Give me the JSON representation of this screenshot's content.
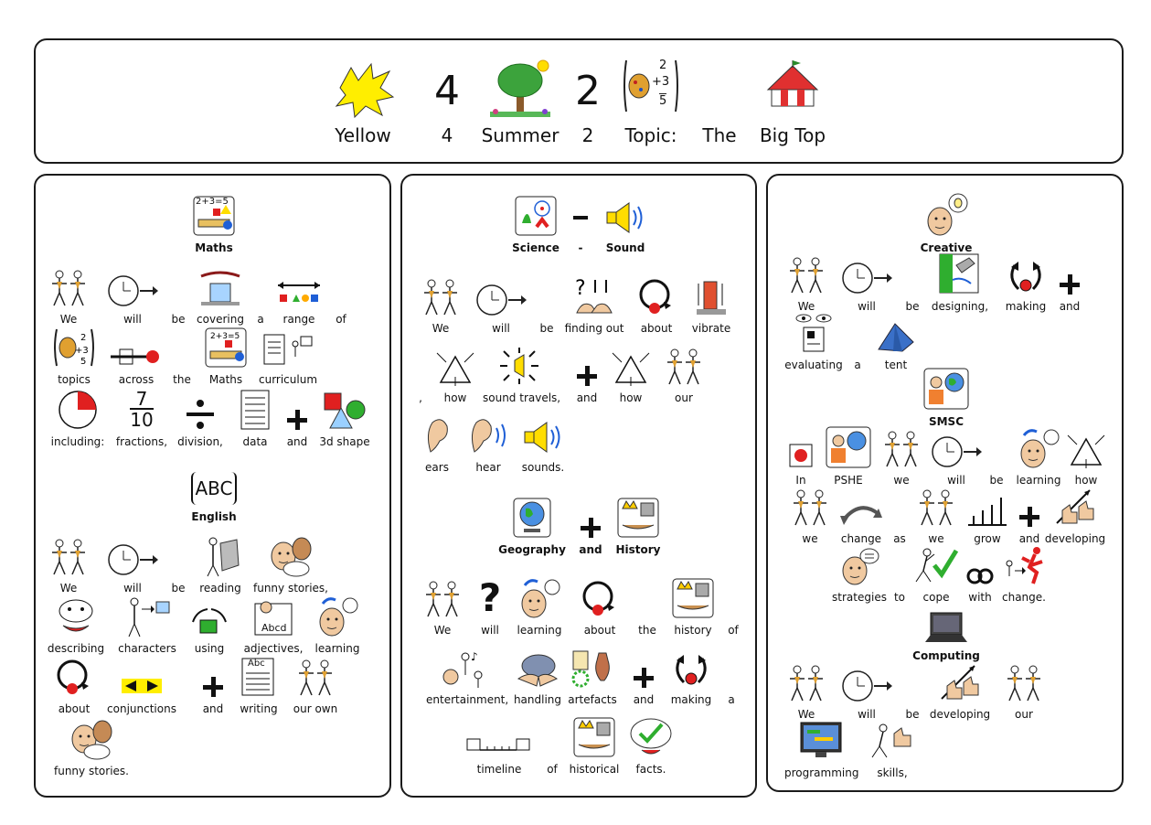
{
  "header": {
    "items": [
      {
        "label": "Yellow"
      },
      {
        "label": "4",
        "number": "4"
      },
      {
        "label": "Summer"
      },
      {
        "label": "2",
        "number": "2"
      },
      {
        "label": "Topic:"
      },
      {
        "label": "The"
      },
      {
        "label": "Big Top"
      }
    ],
    "topic_symbol_numbers": [
      "2",
      "+3",
      "5"
    ]
  },
  "col1": {
    "maths_heading": "Maths",
    "maths_symbol_text": "2+3=5",
    "row1": [
      "We",
      "will",
      "be",
      "covering",
      "a",
      "range",
      "of"
    ],
    "row2": [
      "topics",
      "across",
      "the",
      "Maths",
      "curriculum"
    ],
    "row3": [
      "including:",
      "fractions,",
      "division,",
      "data",
      "and",
      "3d shape"
    ],
    "fraction_top": "7",
    "fraction_bottom": "10",
    "english_heading": "English",
    "english_symbol_text": "ABC",
    "row4": [
      "We",
      "will",
      "be",
      "reading",
      "funny stories,"
    ],
    "row5": [
      "describing",
      "characters",
      "using",
      "adjectives,",
      "learning"
    ],
    "row6": [
      "about",
      "conjunctions",
      "and",
      "writing",
      "our own"
    ],
    "row7": [
      "funny stories."
    ],
    "abcd_text": "Abcd",
    "abc_small": "Abc"
  },
  "col2": {
    "heading": [
      "Science",
      "-",
      "Sound"
    ],
    "row1": [
      "We",
      "will",
      "be",
      "finding out",
      "about",
      "vibrate"
    ],
    "row2": [
      ",",
      "how",
      "sound travels,",
      "and",
      "how",
      "our"
    ],
    "row3": [
      "ears",
      "hear",
      "sounds."
    ],
    "heading2": [
      "Geography",
      "and",
      "History"
    ],
    "row4": [
      "We",
      "will",
      "learning",
      "about",
      "the",
      "history",
      "of"
    ],
    "row5": [
      "entertainment,",
      "handling",
      "artefacts",
      "and",
      "making",
      "a"
    ],
    "row6": [
      "timeline",
      "of",
      "historical",
      "facts."
    ]
  },
  "col3": {
    "creative_heading": "Creative",
    "row1": [
      "We",
      "will",
      "be",
      "designing,",
      "making",
      "and"
    ],
    "row2": [
      "evaluating",
      "a",
      "tent"
    ],
    "smsc_heading": "SMSC",
    "row3": [
      "In",
      "PSHE",
      "we",
      "will",
      "be",
      "learning",
      "how"
    ],
    "row4": [
      "we",
      "change",
      "as",
      "we",
      "grow",
      "and",
      "developing"
    ],
    "row5": [
      "strategies",
      "to",
      "cope",
      "with",
      "change."
    ],
    "computing_heading": "Computing",
    "row6": [
      "We",
      "will",
      "be",
      "developing",
      "our"
    ],
    "row7": [
      "programming",
      "skills,"
    ]
  },
  "colors": {
    "border": "#1a1a1a",
    "yellow": "#ffee00",
    "red": "#e02020",
    "blue": "#1f5fd6",
    "green": "#2fae2f"
  }
}
